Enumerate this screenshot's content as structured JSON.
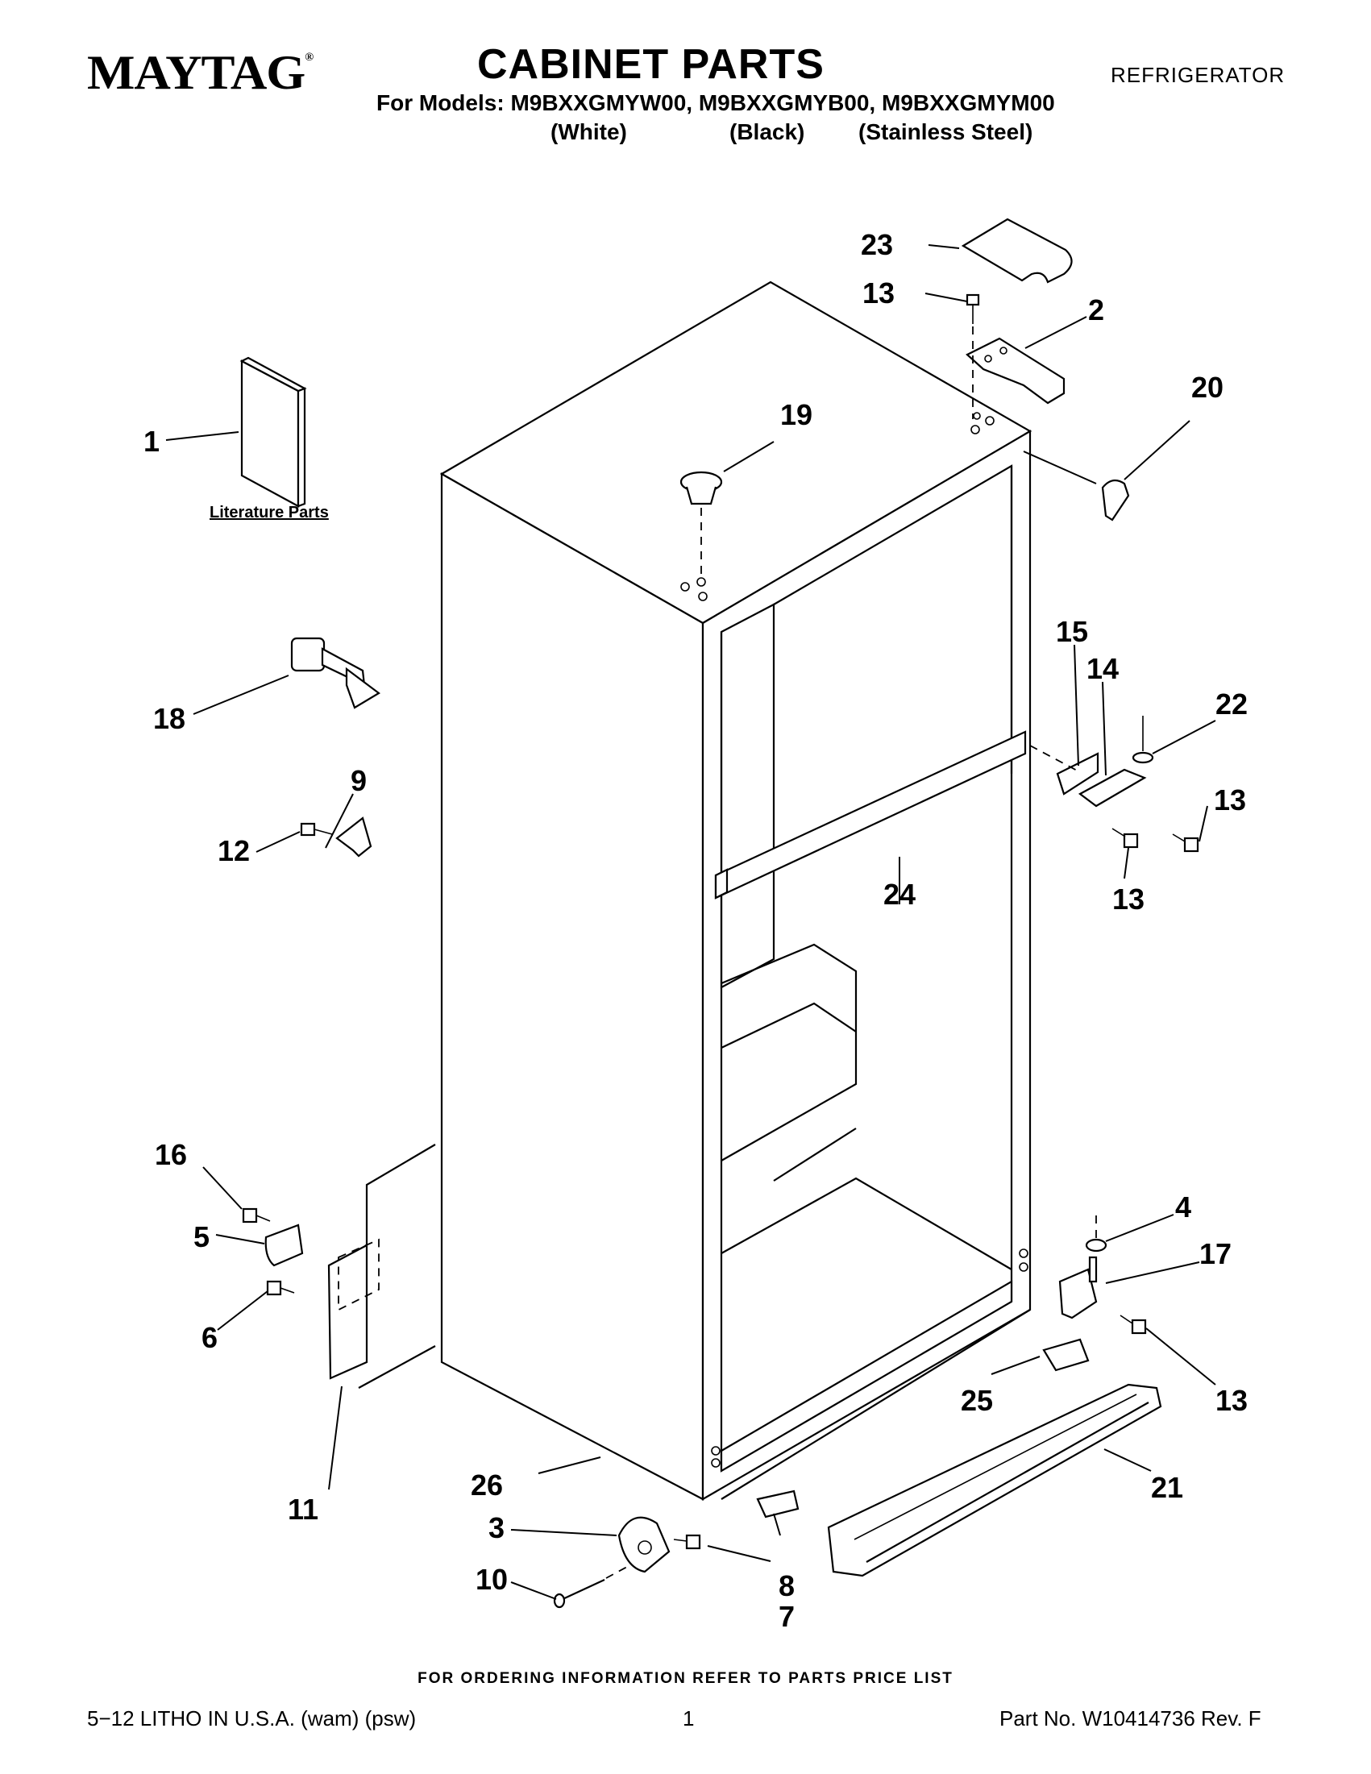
{
  "header": {
    "brand": "MAYTAG",
    "brand_mark": "®",
    "title": "CABINET PARTS",
    "category": "REFRIGERATOR",
    "models_line": "For Models: M9BXXGMYW00, M9BXXGMYB00, M9BXXGMYM00",
    "variants": [
      "(White)",
      "(Black)",
      "(Stainless Steel)"
    ]
  },
  "diagram": {
    "literature_label": "Literature Parts",
    "callouts": [
      "1",
      "2",
      "3",
      "4",
      "5",
      "6",
      "7",
      "8",
      "9",
      "10",
      "11",
      "12",
      "13",
      "14",
      "15",
      "16",
      "17",
      "18",
      "19",
      "20",
      "21",
      "22",
      "23",
      "24",
      "25",
      "26"
    ]
  },
  "footer": {
    "ordering_note": "FOR ORDERING INFORMATION REFER TO PARTS PRICE LIST",
    "print_info": "5−12 LITHO IN U.S.A. (wam) (psw)",
    "page_number": "1",
    "part_number": "Part No. W10414736 Rev. F"
  }
}
